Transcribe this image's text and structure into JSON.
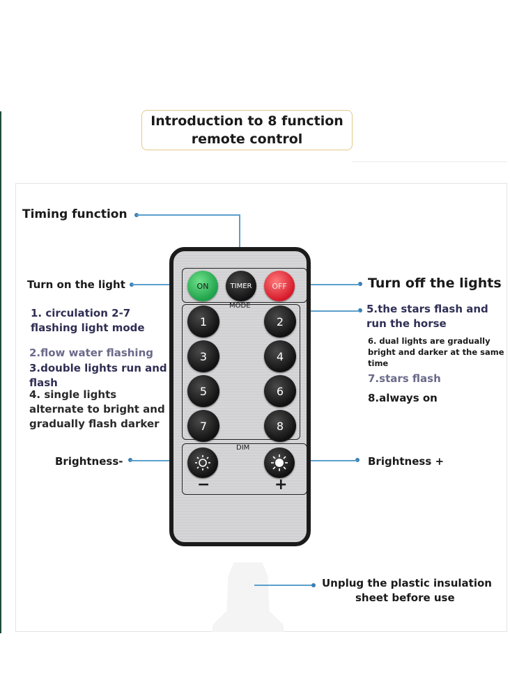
{
  "title": {
    "line1": "Introduction to 8 function",
    "line2": "remote control"
  },
  "labels": {
    "timing": "Timing function",
    "turn_on": "Turn on the light",
    "turn_off": "Turn off the lights",
    "mode1_a": "1. circulation 2-7",
    "mode1_b": "flashing light mode",
    "mode2": "2.flow water flashing",
    "mode3_a": "3.double lights run and",
    "mode3_b": "flash",
    "mode4_a": "4. single lights",
    "mode4_b": "alternate to bright and",
    "mode4_c": "gradually flash darker",
    "mode5_a": "5.the stars flash and",
    "mode5_b": "run the horse",
    "mode6_a": "6. dual lights are gradually",
    "mode6_b": "bright and darker at the same",
    "mode6_c": "time",
    "mode7": "7.stars flash",
    "mode8": "8.always on",
    "bright_minus": "Brightness-",
    "bright_plus": "Brightness +",
    "unplug_a": "Unplug the plastic insulation",
    "unplug_b": "sheet before use"
  },
  "remote": {
    "on": "ON",
    "timer": "TIMER",
    "off": "OFF",
    "mode": "MODE",
    "dim": "DIM",
    "buttons": [
      "1",
      "2",
      "3",
      "4",
      "5",
      "6",
      "7",
      "8"
    ],
    "minus": "−",
    "plus": "+"
  },
  "colors": {
    "line": "#5b9fcb",
    "on_button": "#1ea24a",
    "off_button": "#d61a2a",
    "title_border": "#e2c98b"
  }
}
